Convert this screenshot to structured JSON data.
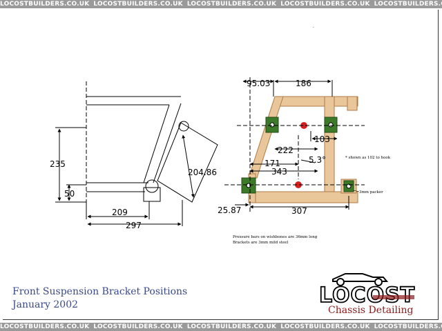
{
  "watermark": {
    "text": "LOCOSTBUILDERS.CO.UK",
    "repeat": 7
  },
  "title": {
    "line1": "Front Suspension Bracket Positions",
    "line2": "January 2002"
  },
  "logo": {
    "text": "LOCOST",
    "subtitle": "Chassis Detailing"
  },
  "dimensions": {
    "left": {
      "height": "235",
      "inner_height": "50",
      "diagonal": "204.86",
      "width_inner": "209",
      "width_outer": "297"
    },
    "right": {
      "top_left": "95.03",
      "top_span": "186",
      "offset": "103",
      "span_222": "222",
      "angle": "5.3°",
      "span_171": "171",
      "span_343": "343",
      "left_offset": "25.87",
      "bottom_span": "307"
    }
  },
  "notes": {
    "shown_as_hook": "* shown as 102 to hook",
    "packer": "3mm packer",
    "text_line1": "Pressure bars on wishbones are 36mm long",
    "text_line2": "Brackets are 3mm mild steel"
  },
  "colors": {
    "wood": "#e9c79a",
    "wood_edge": "#b07a45",
    "bracket": "#3c7a2a",
    "dot": "#d42020",
    "caption": "#3a4a8a",
    "brand_red": "#8b1a1a"
  }
}
